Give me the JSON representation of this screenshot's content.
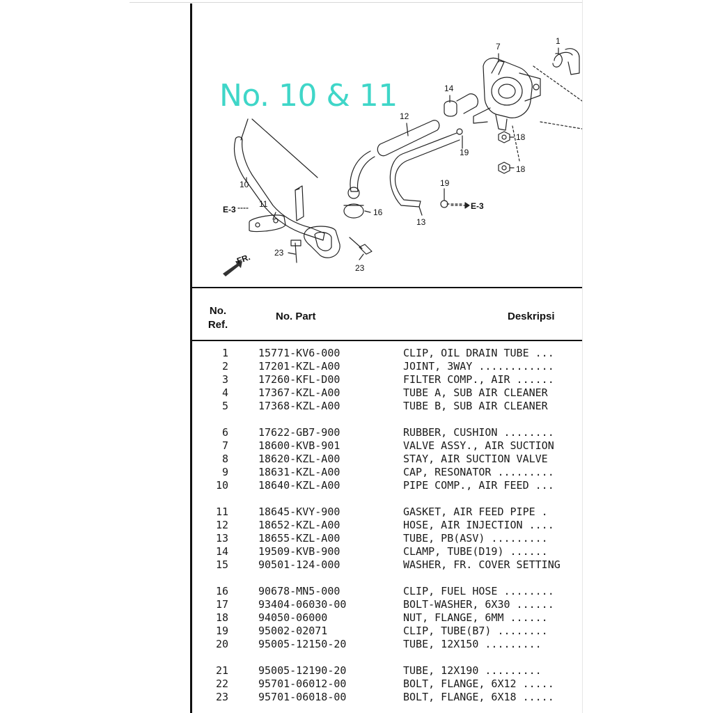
{
  "diagram": {
    "overlay_title": "No. 10 & 11",
    "callouts": [
      "1",
      "7",
      "14",
      "12",
      "18",
      "18",
      "19",
      "19",
      "10",
      "11",
      "16",
      "13",
      "23",
      "23"
    ],
    "e3_left": "E-3",
    "e3_right": "E-3",
    "fr_label": "FR."
  },
  "table": {
    "headers": {
      "ref_line1": "No.",
      "ref_line2": "Ref.",
      "part": "No. Part",
      "desc": "Deskripsi"
    },
    "rows": [
      {
        "ref": "1",
        "part": "15771-KV6-000",
        "desc": "CLIP, OIL DRAIN TUBE  ..."
      },
      {
        "ref": "2",
        "part": "17201-KZL-A00",
        "desc": "JOINT, 3WAY  ............"
      },
      {
        "ref": "3",
        "part": "17260-KFL-D00",
        "desc": "FILTER COMP., AIR  ......"
      },
      {
        "ref": "4",
        "part": "17367-KZL-A00",
        "desc": "TUBE A, SUB AIR CLEANER"
      },
      {
        "ref": "5",
        "part": "17368-KZL-A00",
        "desc": "TUBE B, SUB AIR CLEANER"
      },
      {
        "ref": "6",
        "part": "17622-GB7-900",
        "desc": "RUBBER, CUSHION  ........"
      },
      {
        "ref": "7",
        "part": "18600-KVB-901",
        "desc": "VALVE ASSY., AIR SUCTION"
      },
      {
        "ref": "8",
        "part": "18620-KZL-A00",
        "desc": "STAY, AIR SUCTION VALVE"
      },
      {
        "ref": "9",
        "part": "18631-KZL-A00",
        "desc": "CAP, RESONATOR  ........."
      },
      {
        "ref": "10",
        "part": "18640-KZL-A00",
        "desc": "PIPE COMP., AIR FEED  ..."
      },
      {
        "ref": "11",
        "part": "18645-KVY-900",
        "desc": "GASKET, AIR FEED PIPE  ."
      },
      {
        "ref": "12",
        "part": "18652-KZL-A00",
        "desc": "HOSE, AIR INJECTION  ...."
      },
      {
        "ref": "13",
        "part": "18655-KZL-A00",
        "desc": "TUBE, PB(ASV)  ........."
      },
      {
        "ref": "14",
        "part": "19509-KVB-900",
        "desc": "CLAMP, TUBE(D19)  ......"
      },
      {
        "ref": "15",
        "part": "90501-124-000",
        "desc": "WASHER, FR. COVER SETTING"
      },
      {
        "ref": "16",
        "part": "90678-MN5-000",
        "desc": "CLIP, FUEL HOSE  ........"
      },
      {
        "ref": "17",
        "part": "93404-06030-00",
        "desc": "BOLT-WASHER, 6X30  ......"
      },
      {
        "ref": "18",
        "part": "94050-06000",
        "desc": "NUT, FLANGE, 6MM  ......"
      },
      {
        "ref": "19",
        "part": "95002-02071",
        "desc": "CLIP, TUBE(B7)  ........"
      },
      {
        "ref": "20",
        "part": "95005-12150-20",
        "desc": "TUBE, 12X150  ........."
      },
      {
        "ref": "21",
        "part": "95005-12190-20",
        "desc": "TUBE, 12X190  ........."
      },
      {
        "ref": "22",
        "part": "95701-06012-00",
        "desc": "BOLT, FLANGE, 6X12  ....."
      },
      {
        "ref": "23",
        "part": "95701-06018-00",
        "desc": "BOLT, FLANGE, 6X18  ....."
      }
    ]
  }
}
